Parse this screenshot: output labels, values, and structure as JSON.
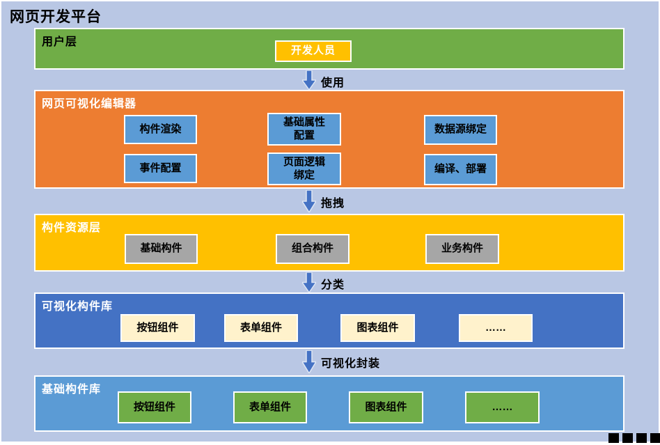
{
  "title": "网页开发平台",
  "layers": {
    "user": {
      "title": "用户层",
      "item": "开发人员"
    },
    "editor": {
      "title": "网页可视化编辑器",
      "items": [
        "构件渲染",
        "基础属性\n配置",
        "数据源绑定",
        "事件配置",
        "页面逻辑\n绑定",
        "编译、部署"
      ]
    },
    "resources": {
      "title": "构件资源层",
      "items": [
        "基础构件",
        "组合构件",
        "业务构件"
      ]
    },
    "visual_library": {
      "title": "可视化构件库",
      "items": [
        "按钮组件",
        "表单组件",
        "图表组件",
        "……"
      ]
    },
    "base_library": {
      "title": "基础构件库",
      "items": [
        "按钮组件",
        "表单组件",
        "图表组件",
        "……"
      ]
    }
  },
  "arrows": {
    "use": "使用",
    "drag": "拖拽",
    "classify": "分类",
    "wrap": "可视化封装"
  },
  "colors": {
    "background": "#b9c7e4",
    "user_layer": "#70ad47",
    "editor_layer": "#ed7d31",
    "resources_layer": "#ffc000",
    "visual_library_layer": "#4472c4",
    "base_library_layer": "#5b9bd5",
    "editor_node": "#5b9bd5",
    "resources_node": "#a6a6a6",
    "visual_library_node": "#fff2cc",
    "base_library_node": "#70ad47",
    "developer_node": "#ffc000",
    "arrow": "#4472c4"
  }
}
